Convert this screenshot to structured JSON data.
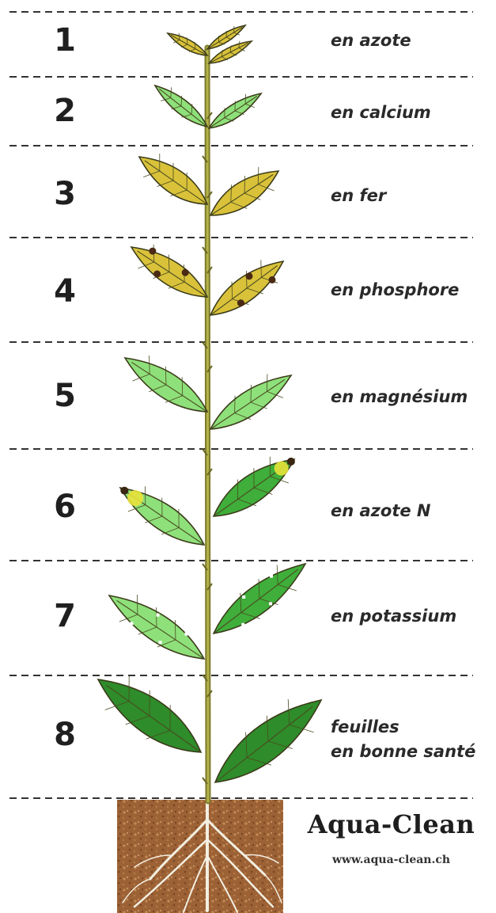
{
  "rows": [
    {
      "number": "1",
      "label": "en azote"
    },
    {
      "number": "2",
      "label": "en calcium"
    },
    {
      "number": "3",
      "label": "en fer"
    },
    {
      "number": "4",
      "label": "en phosphore"
    },
    {
      "number": "5",
      "label": "en magnésium"
    },
    {
      "number": "6",
      "label": "en azote N"
    },
    {
      "number": "7",
      "label": "en potassium"
    },
    {
      "number": "8",
      "label_line1": "feuilles",
      "label_line2": "en bonne santé"
    }
  ],
  "brand": {
    "name": "Aqua-Clean",
    "url": "www.aqua-clean.ch"
  },
  "colors": {
    "stem": "#9a9a38",
    "leaf_yellow": "#d9c23a",
    "leaf_light_green": "#8ee07a",
    "leaf_green": "#3fae3a",
    "leaf_dark_green": "#2e8c2a",
    "soil": "#a0663a",
    "roots": "#f0ede0"
  }
}
